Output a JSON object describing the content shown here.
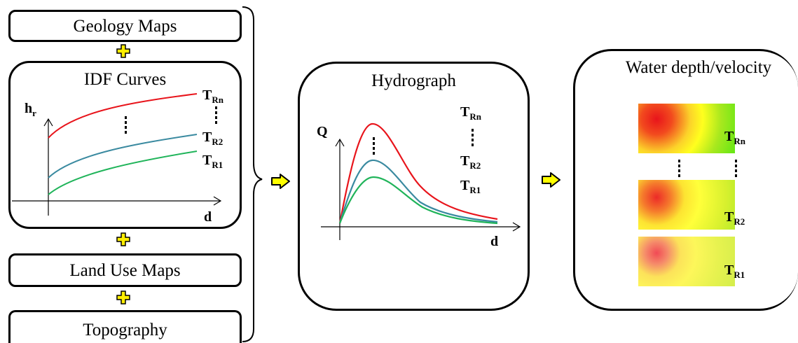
{
  "inputs": {
    "geology": "Geology Maps",
    "idf_title": "IDF Curves",
    "land_use": "Land Use Maps",
    "topography": "Topography"
  },
  "idf": {
    "y_axis": "h",
    "y_axis_sub": "r",
    "x_axis": "d",
    "curves": [
      {
        "name": "T",
        "sub": "Rn",
        "color": "#e8141b"
      },
      {
        "name": "T",
        "sub": "R2",
        "color": "#3a8aa0"
      },
      {
        "name": "T",
        "sub": "R1",
        "color": "#20b45a"
      }
    ]
  },
  "hydrograph": {
    "title": "Hydrograph",
    "y_axis": "Q",
    "x_axis": "d",
    "curves": [
      {
        "name": "T",
        "sub": "Rn",
        "color": "#e8141b"
      },
      {
        "name": "T",
        "sub": "R2",
        "color": "#3a8aa0"
      },
      {
        "name": "T",
        "sub": "R1",
        "color": "#20b45a"
      }
    ]
  },
  "results": {
    "title": "Water depth/velocity",
    "maps": [
      {
        "name": "T",
        "sub": "Rn"
      },
      {
        "name": "T",
        "sub": "R2"
      },
      {
        "name": "T",
        "sub": "R1"
      }
    ]
  },
  "colors": {
    "plus": "#ffee00",
    "arrow": "#ffff00",
    "red": "#e8141b",
    "teal": "#3a8aa0",
    "green": "#20b45a"
  },
  "icons": [
    "plus-icon",
    "right-arrow-icon",
    "brace-icon",
    "vertical-ellipsis-icon"
  ]
}
